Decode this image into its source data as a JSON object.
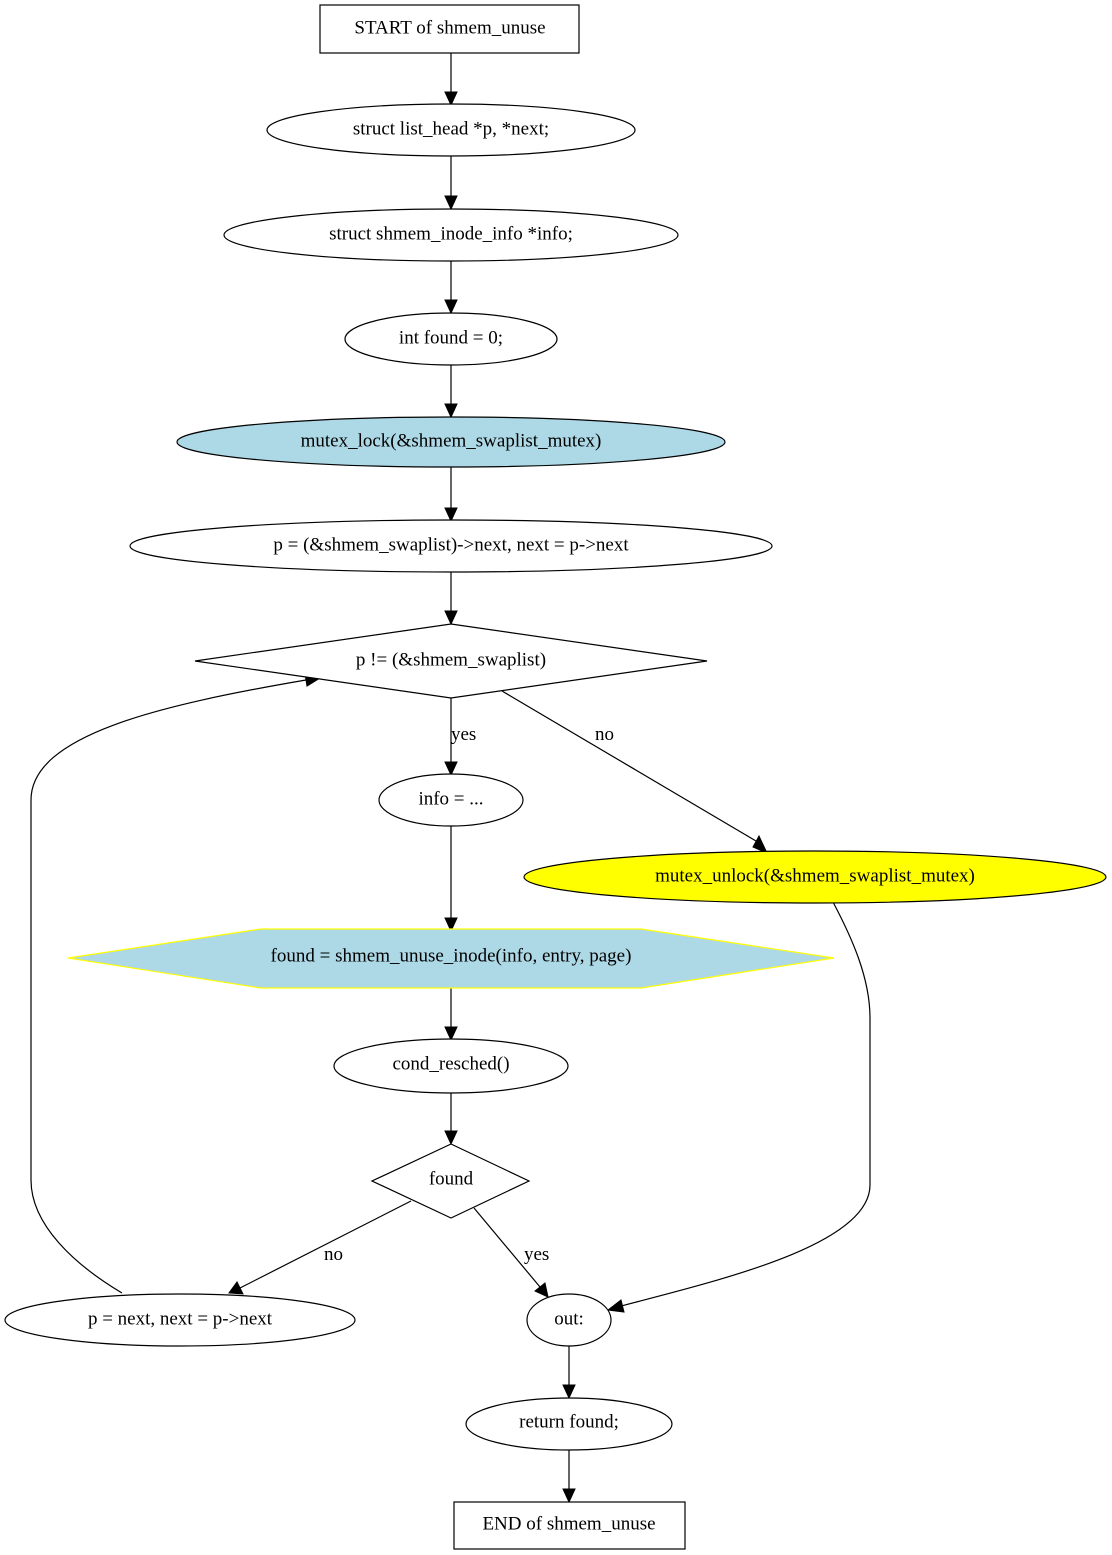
{
  "nodes": {
    "start": {
      "label": "START of shmem_unuse",
      "fill": "#ffffff",
      "stroke": "#000000"
    },
    "decl_p": {
      "label": "struct list_head *p, *next;",
      "fill": "#ffffff",
      "stroke": "#000000"
    },
    "decl_info": {
      "label": "struct shmem_inode_info *info;",
      "fill": "#ffffff",
      "stroke": "#000000"
    },
    "decl_found": {
      "label": "int found = 0;",
      "fill": "#ffffff",
      "stroke": "#000000"
    },
    "mutex_lock": {
      "label": "mutex_lock(&shmem_swaplist_mutex)",
      "fill": "#add8e6",
      "stroke": "#000000"
    },
    "init_p": {
      "label": "p = (&shmem_swaplist)->next, next = p->next",
      "fill": "#ffffff",
      "stroke": "#000000"
    },
    "loop_cond": {
      "label": "p != (&shmem_swaplist)",
      "fill": "#ffffff",
      "stroke": "#000000"
    },
    "info_assign": {
      "label": "info = ...",
      "fill": "#ffffff",
      "stroke": "#000000"
    },
    "mutex_unlock": {
      "label": "mutex_unlock(&shmem_swaplist_mutex)",
      "fill": "#ffff00",
      "stroke": "#000000"
    },
    "unuse_inode": {
      "label": "found = shmem_unuse_inode(info, entry, page)",
      "fill": "#add8e6",
      "stroke": "#ffff00"
    },
    "cond_resched": {
      "label": "cond_resched()",
      "fill": "#ffffff",
      "stroke": "#000000"
    },
    "found_cond": {
      "label": "found",
      "fill": "#ffffff",
      "stroke": "#000000"
    },
    "advance": {
      "label": "p = next, next = p->next",
      "fill": "#ffffff",
      "stroke": "#000000"
    },
    "out": {
      "label": "out:",
      "fill": "#ffffff",
      "stroke": "#000000"
    },
    "return_found": {
      "label": "return found;",
      "fill": "#ffffff",
      "stroke": "#000000"
    },
    "end": {
      "label": "END of shmem_unuse",
      "fill": "#ffffff",
      "stroke": "#000000"
    }
  },
  "edges": {
    "loop_yes": "yes",
    "loop_no": "no",
    "found_no": "no",
    "found_yes": "yes"
  }
}
